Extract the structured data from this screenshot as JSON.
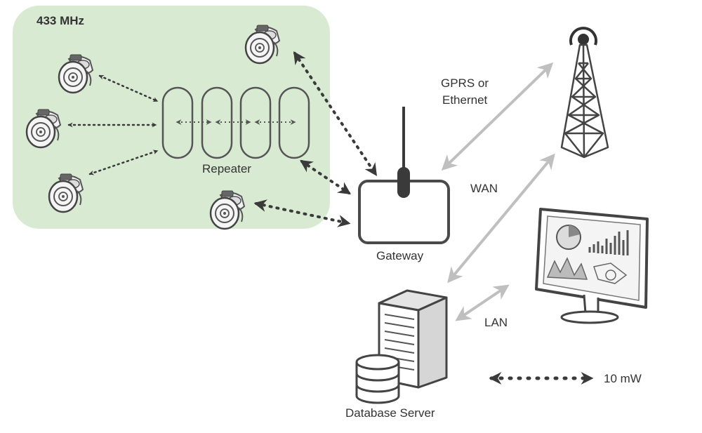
{
  "zone": {
    "label": "433 MHz",
    "fill": "#d9ead3"
  },
  "labels": {
    "repeater": "Repeater",
    "gateway": "Gateway",
    "gprs_line1": "GPRS or",
    "gprs_line2": "Ethernet",
    "wan": "WAN",
    "lan": "LAN",
    "database_server": "Database Server",
    "legend_power": "10 mW"
  },
  "icons": {
    "meter": "water-meter-icon",
    "tower": "cell-tower-icon",
    "monitor": "monitor-icon",
    "server": "server-icon",
    "database": "database-icon"
  },
  "colors": {
    "link_gray": "#bfbfbf",
    "dark": "#3a3a3a",
    "outline": "#4a4a4a"
  }
}
